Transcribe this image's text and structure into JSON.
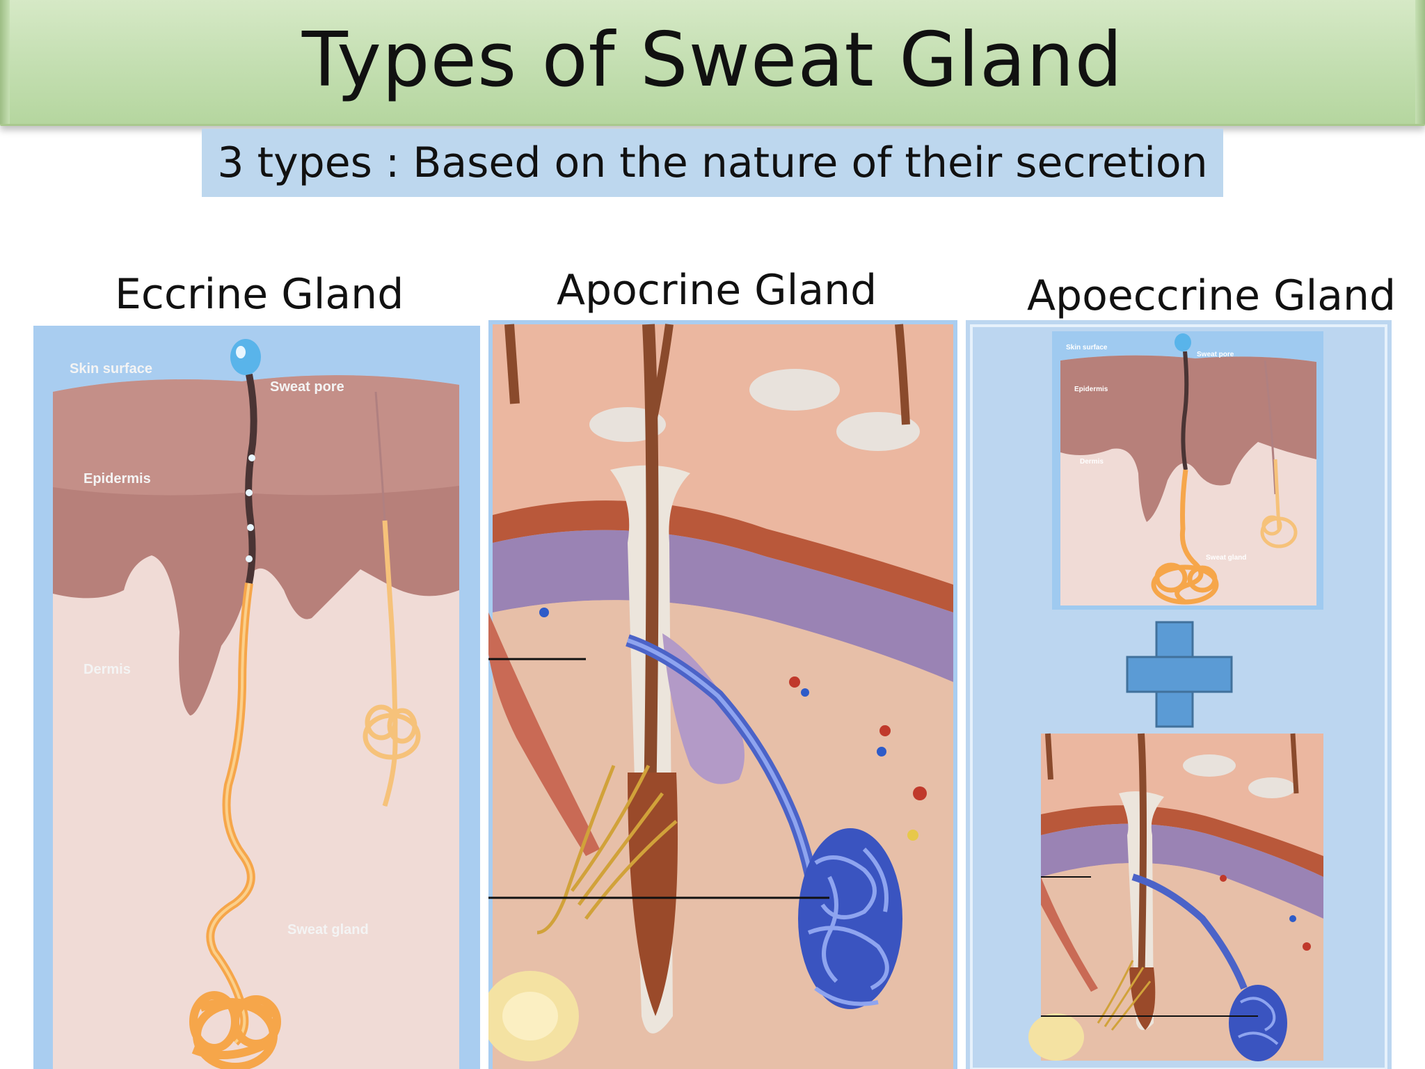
{
  "slide": {
    "title": "Types of Sweat Gland",
    "subtitle": "3 types : Based on the nature of their secretion"
  },
  "glands": [
    {
      "name": "Eccrine Gland",
      "diagram_labels": [
        "Skin surface",
        "Sweat pore",
        "Epidermis",
        "Dermis",
        "Sweat gland"
      ]
    },
    {
      "name": "Apocrine Gland"
    },
    {
      "name": "Apoeccrine Gland",
      "diagram_labels": [
        "Skin surface",
        "Sweat pore",
        "Epidermis",
        "Dermis",
        "Sweat gland"
      ]
    }
  ],
  "colors": {
    "banner_green": "#c6e0b4",
    "subtitle_blue": "#bdd7ee",
    "panel_blue": "#9dc3e6",
    "plus_blue": "#5b9bd5"
  }
}
